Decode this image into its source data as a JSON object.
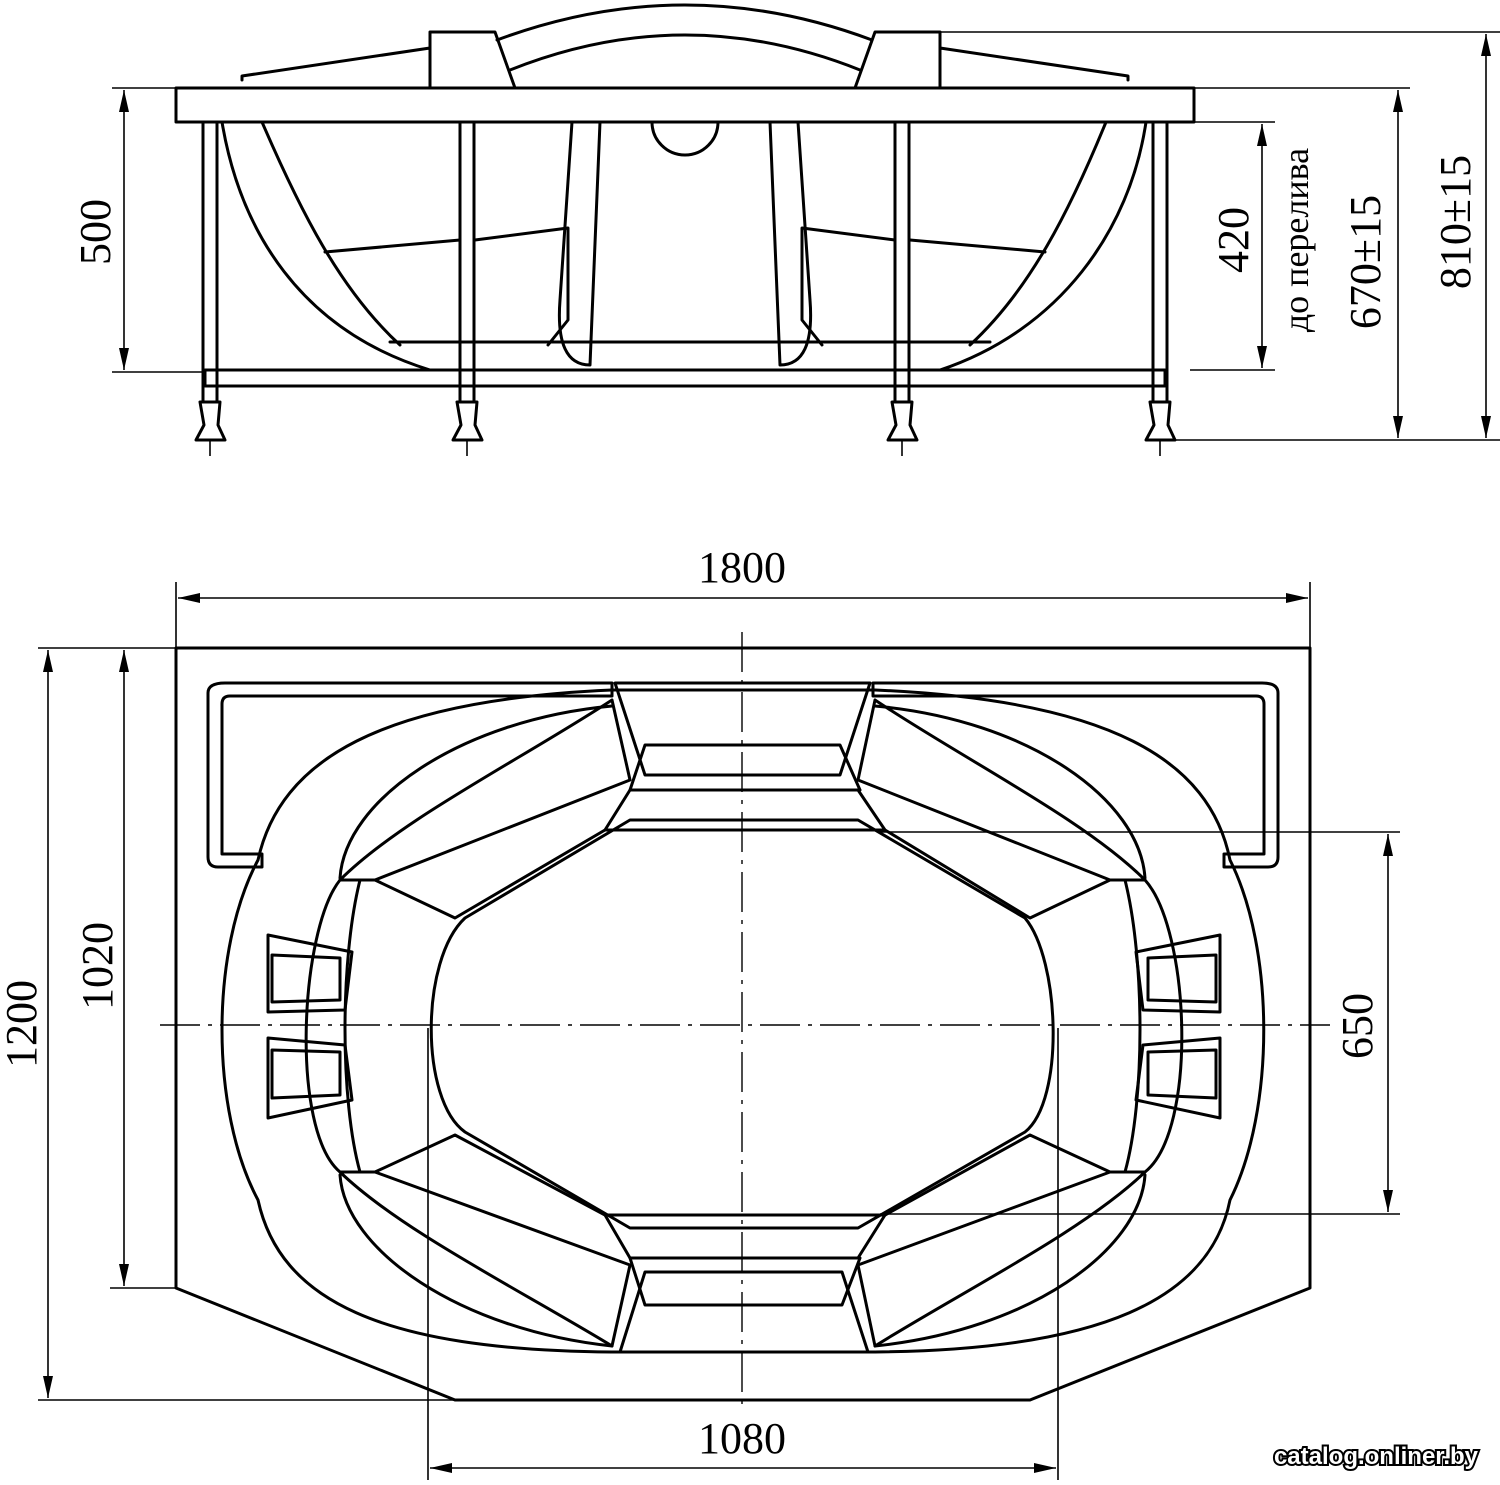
{
  "side_view": {
    "height_500": "500",
    "depth_420": "420",
    "overflow_label": "до перелива",
    "height_670": "670±15",
    "height_810": "810±15"
  },
  "top_view": {
    "length_1800": "1800",
    "width_1200": "1200",
    "width_1020": "1020",
    "inner_650": "650",
    "inner_1080": "1080"
  },
  "watermark": "catalog.onliner.by"
}
